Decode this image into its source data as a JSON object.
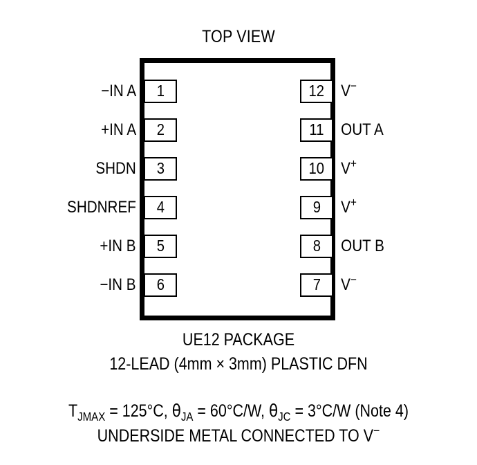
{
  "diagram": {
    "title": "TOP VIEW",
    "package_outline": {
      "fill": "#ffffff",
      "stroke": "#000000"
    },
    "pins_left": [
      {
        "number": "1",
        "label": "−IN A"
      },
      {
        "number": "2",
        "label": "+IN A"
      },
      {
        "number": "3",
        "label": "SHDN"
      },
      {
        "number": "4",
        "label": "SHDNREF"
      },
      {
        "number": "5",
        "label": "+IN B"
      },
      {
        "number": "6",
        "label": "−IN B"
      }
    ],
    "pins_right": [
      {
        "number": "12",
        "label": "V",
        "sign": "−"
      },
      {
        "number": "11",
        "label": "OUT A",
        "sign": ""
      },
      {
        "number": "10",
        "label": "V",
        "sign": "+"
      },
      {
        "number": "9",
        "label": "V",
        "sign": "+"
      },
      {
        "number": "8",
        "label": "OUT B",
        "sign": ""
      },
      {
        "number": "7",
        "label": "V",
        "sign": "−"
      }
    ]
  },
  "caption": {
    "package_name": "UE12 PACKAGE",
    "lead_description": "12-LEAD (4mm × 3mm) PLASTIC DFN",
    "thermal": {
      "t_symbol": "T",
      "t_subscript": "JMAX",
      "t_value": " = 125°C, ",
      "theta_ja_symbol": "θ",
      "theta_ja_subscript": "JA",
      "theta_ja_value": " = 60°C/W, ",
      "theta_jc_symbol": "θ",
      "theta_jc_subscript": "JC",
      "theta_jc_value": " = 3°C/W (Note 4)"
    },
    "underside_metal": "UNDERSIDE METAL CONNECTED TO V",
    "underside_metal_sign": "−"
  }
}
